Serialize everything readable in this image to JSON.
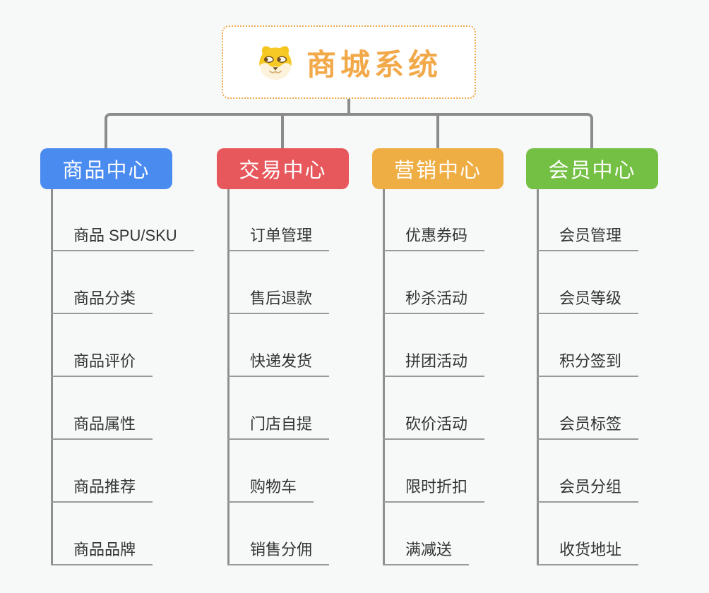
{
  "canvas": {
    "background": "#f7f8f8",
    "connector_color": "#8b8b8b",
    "underline_color": "#9a9a9a",
    "leaf_text_color": "#333333"
  },
  "root": {
    "title": "商城系统",
    "icon": "doge-icon",
    "title_color": "#F2A94A",
    "border_color": "#F0A94E",
    "background": "#ffffff"
  },
  "branches": [
    {
      "label": "商品中心",
      "color": "#4A8BF0",
      "items": [
        "商品 SPU/SKU",
        "商品分类",
        "商品评价",
        "商品属性",
        "商品推荐",
        "商品品牌"
      ]
    },
    {
      "label": "交易中心",
      "color": "#E7585C",
      "items": [
        "订单管理",
        "售后退款",
        "快递发货",
        "门店自提",
        "购物车",
        "销售分佣"
      ]
    },
    {
      "label": "营销中心",
      "color": "#EFAE43",
      "items": [
        "优惠券码",
        "秒杀活动",
        "拼团活动",
        "砍价活动",
        "限时折扣",
        "满减送"
      ]
    },
    {
      "label": "会员中心",
      "color": "#74C044",
      "items": [
        "会员管理",
        "会员等级",
        "积分签到",
        "会员标签",
        "会员分组",
        "收货地址"
      ]
    }
  ]
}
